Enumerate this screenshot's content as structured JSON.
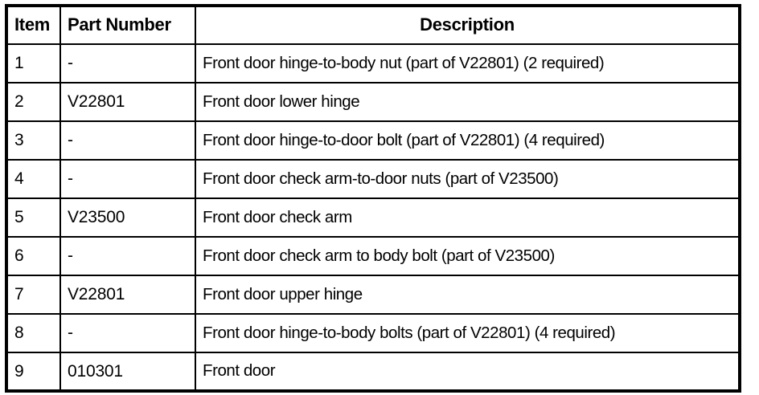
{
  "table": {
    "columns": [
      {
        "key": "item",
        "label": "Item",
        "align": "left"
      },
      {
        "key": "part_number",
        "label": "Part Number",
        "align": "left"
      },
      {
        "key": "description",
        "label": "Description",
        "align": "center"
      }
    ],
    "rows": [
      {
        "item": "1",
        "part_number": "-",
        "description": "Front door hinge-to-body nut (part of V22801) (2 required)"
      },
      {
        "item": "2",
        "part_number": "V22801",
        "description": "Front door lower hinge"
      },
      {
        "item": "3",
        "part_number": "-",
        "description": "Front door hinge-to-door bolt (part of V22801) (4 required)"
      },
      {
        "item": "4",
        "part_number": "-",
        "description": "Front door check arm-to-door nuts (part of V23500)"
      },
      {
        "item": "5",
        "part_number": "V23500",
        "description": "Front door check arm"
      },
      {
        "item": "6",
        "part_number": "-",
        "description": "Front door check arm to body bolt (part of V23500)"
      },
      {
        "item": "7",
        "part_number": "V22801",
        "description": "Front door upper hinge"
      },
      {
        "item": "8",
        "part_number": "-",
        "description": "Front door hinge-to-body bolts (part of V22801) (4 required)"
      },
      {
        "item": "9",
        "part_number": "010301",
        "description": "Front door"
      }
    ]
  },
  "style": {
    "background_color": "#ffffff",
    "text_color": "#000000",
    "border_color": "#000000"
  }
}
